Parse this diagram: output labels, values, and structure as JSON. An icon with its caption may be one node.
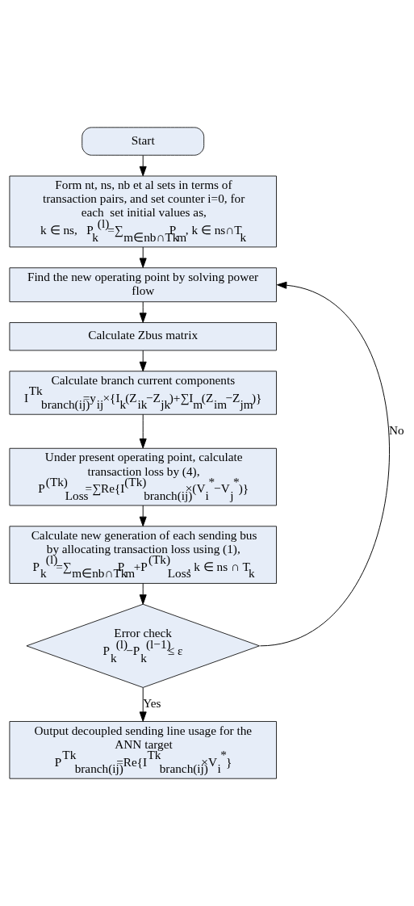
{
  "diagram": {
    "nodes": [
      {
        "text": [
          "Start"
        ]
      },
      {
        "text": [
          "Form nt, ns, nb et al sets in terms of transaction pairs, and set counter i=0, for each  set initial values as,",
          "k ∈ ns,   P$_{k}$$^{(l)}$=∑$_{m∈nb∩Tk}$P$_{m}$, k ∈ ns∩T$_{k}$"
        ]
      },
      {
        "text": [
          "Find the new operating point by solving power flow"
        ]
      },
      {
        "text": [
          "Calculate Zbus matrix"
        ]
      },
      {
        "text": [
          "Calculate branch current components",
          "I$^{Tk}$$_{branch(ij)}$=y$_{ij}$×{I$_{k}$(Z$_{ik}$−Z$_{jk}$)+∑I$_{m}$(Z$_{im}$−Z$_{jm}$)}"
        ]
      },
      {
        "text": [
          "Under present operating point, calculate transaction loss by (4),",
          "P$^{(Tk)}$$_{Loss}$=∑Re{I$^{(Tk)}$$_{branch(ij)}$×(V$_{i}$$^{*}$−V$_{j}$$^{*}$)}"
        ]
      },
      {
        "text": [
          "Calculate new generation of each sending bus by allocating transaction loss using (1),",
          "P$_{k}$$^{(l)}$=∑$_{m∈nb∩Tk}$P$_{m}$+P$^{(Tk)}$$_{Loss}$, k ∈ ns ∩ T$_{k}$"
        ]
      },
      {
        "text": [
          "Error check",
          "P$_{k}$$^{(l)}$−P$_{k}$$^{(l−1)}$≤ ε"
        ]
      },
      {
        "text": [
          "Output decoupled sending line usage for the ANN target",
          "P$^{Tk}$$_{branch(ij)}$=Re{I$^{Tk}$$_{branch(ij)}$×V$_{i}$$^{*}$}"
        ]
      }
    ],
    "edges": [
      {
        "from": 0,
        "to": 1,
        "arrow": "to"
      },
      {
        "from": 1,
        "to": 2,
        "arrow": "to"
      },
      {
        "from": 2,
        "to": 3,
        "arrow": "to"
      },
      {
        "from": 3,
        "to": 4,
        "arrow": "to"
      },
      {
        "from": 4,
        "to": 5,
        "arrow": "to"
      },
      {
        "from": 5,
        "to": 6,
        "arrow": "to"
      },
      {
        "from": 6,
        "to": 7,
        "arrow": "to"
      },
      {
        "from": 7,
        "to": 8,
        "arrow": "to",
        "label": "Yes"
      },
      {
        "from": 7,
        "to": 2,
        "arrow": "to",
        "label": "No"
      }
    ]
  }
}
